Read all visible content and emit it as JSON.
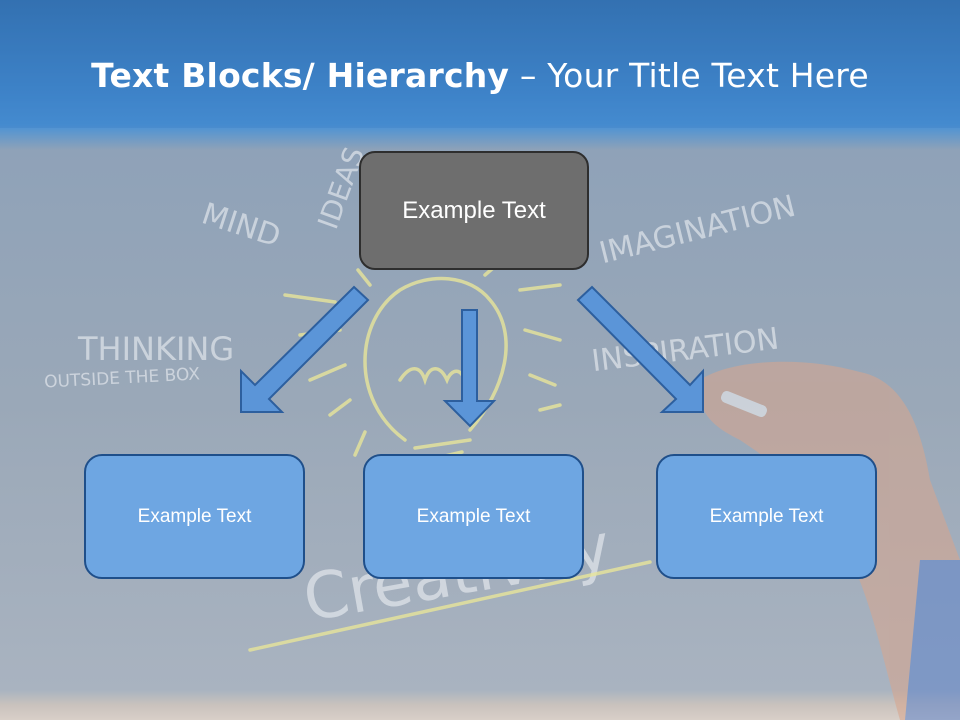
{
  "title": {
    "bold": "Text Blocks/ Hierarchy",
    "rest": " – Your Title Text Here"
  },
  "background_words": [
    "MIND",
    "IDEAS",
    "IMAGINATION",
    "THINKING",
    "OUTSIDE THE BOX",
    "INSPIRATION",
    "Creativity"
  ],
  "diagram": {
    "top": {
      "label": "Example Text"
    },
    "children": [
      {
        "label": "Example Text"
      },
      {
        "label": "Example Text"
      },
      {
        "label": "Example Text"
      }
    ]
  },
  "colors": {
    "header_blue": "#3f86cc",
    "top_box_fill": "#6e6e6e",
    "child_box_fill": "#6ea6e2",
    "arrow_fill": "#5b95d8"
  }
}
